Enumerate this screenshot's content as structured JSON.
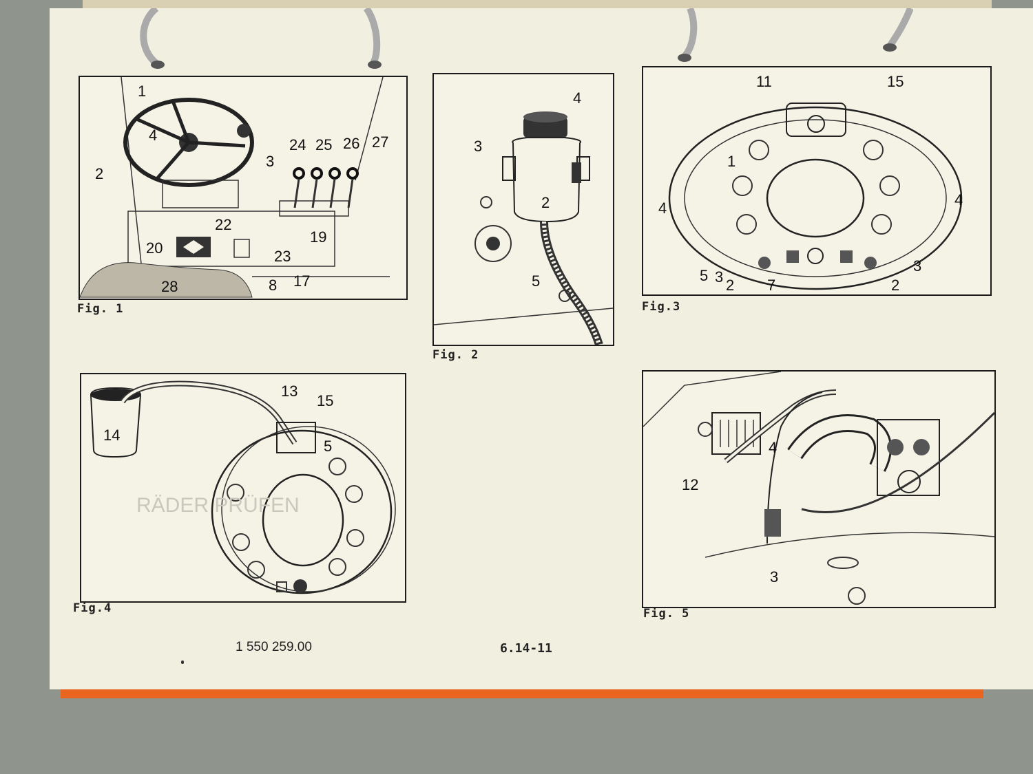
{
  "figures": [
    {
      "caption": "Fig. 1",
      "labels": [
        "1",
        "2",
        "3",
        "4",
        "24",
        "25",
        "26",
        "27",
        "22",
        "19",
        "20",
        "23",
        "28",
        "17",
        "8"
      ]
    },
    {
      "caption": "Fig. 2",
      "labels": [
        "4",
        "3",
        "2",
        "5"
      ]
    },
    {
      "caption": "Fig.3",
      "labels": [
        "11",
        "15",
        "1",
        "4",
        "4",
        "5",
        "3",
        "2",
        "7",
        "2",
        "3"
      ]
    },
    {
      "caption": "Fig.4",
      "labels": [
        "13",
        "15",
        "14",
        "5"
      ]
    },
    {
      "caption": "Fig. 5",
      "labels": [
        "4",
        "12",
        "3"
      ]
    }
  ],
  "footer": {
    "part_number": "1 550 259.00",
    "page_number": "6.14-11"
  },
  "watermark": "RÄDER PRÜFEN"
}
